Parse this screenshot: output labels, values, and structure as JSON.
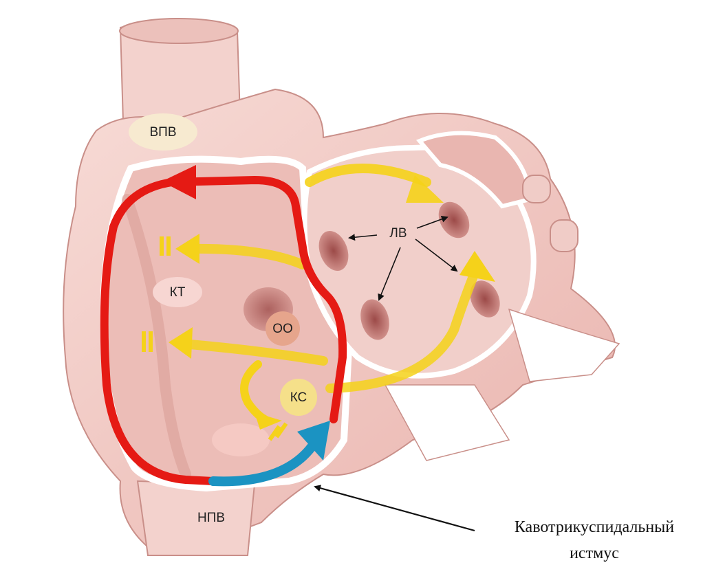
{
  "labels": {
    "svc": "ВПВ",
    "ct": "КТ",
    "oo": "ОО",
    "cs": "КС",
    "pv": "ЛВ",
    "ivc": "НПВ"
  },
  "caption": {
    "line1": "Кавотрикуспидальный",
    "line2": "истмус"
  },
  "colors": {
    "tissue": "#f2c9c4",
    "tissue_dark": "#d99c96",
    "macroreentry": "#e51a14",
    "isthmus": "#1b93c2",
    "triggers": "#f5d21a",
    "label_bubble": "#f7ead0"
  }
}
